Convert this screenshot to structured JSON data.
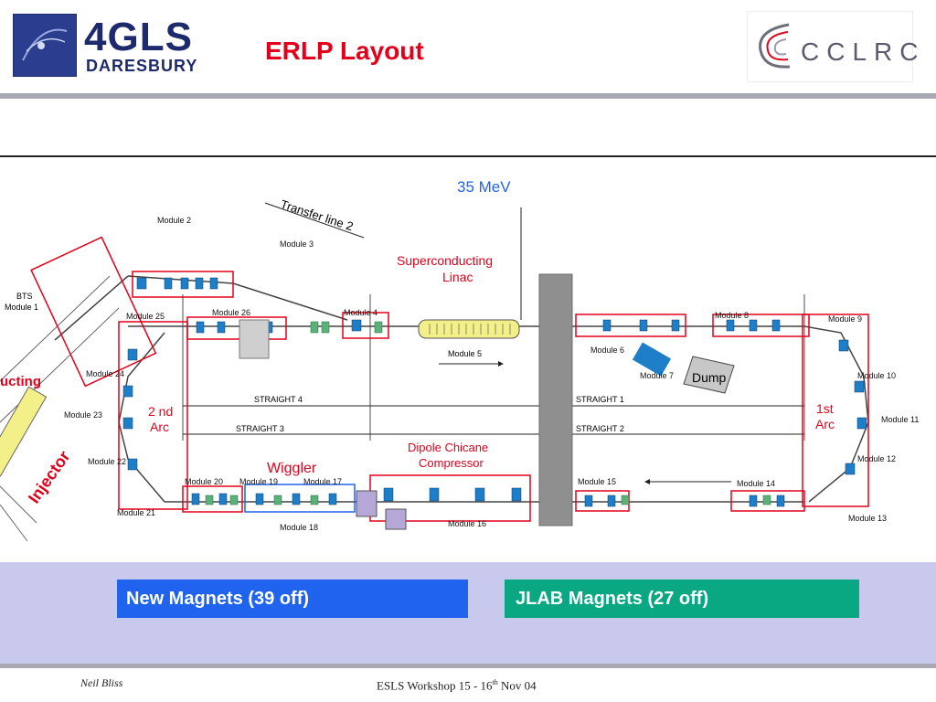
{
  "header": {
    "title": "ERLP Layout",
    "logo_left": {
      "big": "4GLS",
      "small": "DARESBURY"
    },
    "logo_right": {
      "text": "CCLRC"
    }
  },
  "diagram": {
    "energy": "35 MeV",
    "linac": [
      "Superconducting",
      "Linac"
    ],
    "dump": "Dump",
    "transfer_line": "Transfer line 2",
    "injector": "Injector",
    "injector_partial": "ucting",
    "bts": [
      "BTS",
      "Module 1"
    ],
    "arc2": [
      "2 nd",
      "Arc"
    ],
    "arc1": [
      "1st",
      "Arc"
    ],
    "wiggler": "Wiggler",
    "chicane": [
      "Dipole Chicane",
      "Compressor"
    ],
    "straights": {
      "s1": "STRAIGHT 1",
      "s2": "STRAIGHT 2",
      "s3": "STRAIGHT 3",
      "s4": "STRAIGHT 4"
    },
    "modules": {
      "m2": "Module 2",
      "m3": "Module 3",
      "m4": "Module 4",
      "m5": "Module 5",
      "m6": "Module 6",
      "m7": "Module 7",
      "m8": "Module 8",
      "m9": "Module 9",
      "m10": "Module 10",
      "m11": "Module 11",
      "m12": "Module 12",
      "m13": "Module 13",
      "m14": "Module 14",
      "m15": "Module 15",
      "m16": "Module 16",
      "m17": "Module 17",
      "m18": "Module 18",
      "m19": "Module 19",
      "m20": "Module 20",
      "m21": "Module 21",
      "m22": "Module 22",
      "m23": "Module 23",
      "m24": "Module 24",
      "m25": "Module 25",
      "m26": "Module 26"
    },
    "colors": {
      "red": "#e3001b",
      "blue": "#1f63ee",
      "line": "#222222"
    }
  },
  "legend": {
    "new_magnets": "New Magnets (39 off)",
    "jlab_magnets": "JLAB Magnets (27 off)"
  },
  "footer": {
    "author": "Neil Bliss",
    "event_prefix": "ESLS Workshop  15 - 16",
    "event_sup": "th",
    "event_suffix": "  Nov 04"
  }
}
